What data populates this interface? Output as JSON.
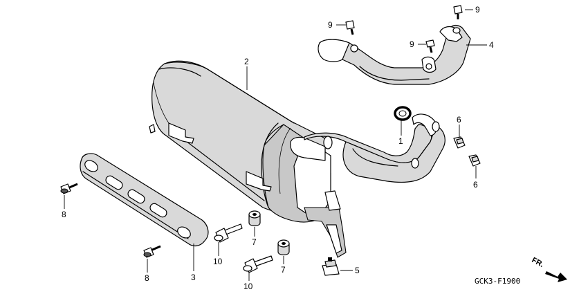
{
  "diagram": {
    "code": "GCK3-F1900",
    "direction_label": "FR.",
    "callouts": [
      {
        "id": "c1",
        "label": "1"
      },
      {
        "id": "c2",
        "label": "2"
      },
      {
        "id": "c3",
        "label": "3"
      },
      {
        "id": "c4",
        "label": "4"
      },
      {
        "id": "c5",
        "label": "5"
      },
      {
        "id": "c6a",
        "label": "6"
      },
      {
        "id": "c6b",
        "label": "6"
      },
      {
        "id": "c7a",
        "label": "7"
      },
      {
        "id": "c7b",
        "label": "7"
      },
      {
        "id": "c8a",
        "label": "8"
      },
      {
        "id": "c8b",
        "label": "8"
      },
      {
        "id": "c9a",
        "label": "9"
      },
      {
        "id": "c9b",
        "label": "9"
      },
      {
        "id": "c9c",
        "label": "9"
      },
      {
        "id": "c10a",
        "label": "10"
      },
      {
        "id": "c10b",
        "label": "10"
      }
    ]
  }
}
